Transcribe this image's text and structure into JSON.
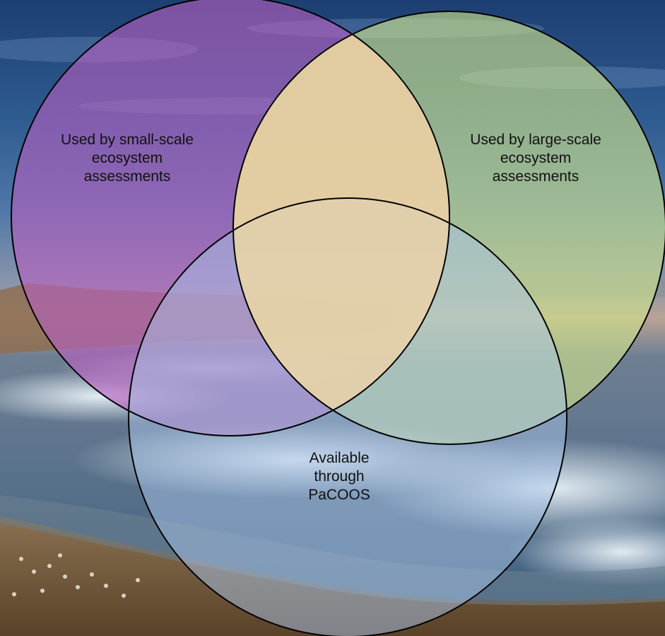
{
  "diagram": {
    "type": "venn",
    "sets": [
      {
        "id": "small-scale",
        "label_lines": [
          "Used by small-scale",
          "ecosystem",
          "assessments"
        ],
        "fill": "#b65fc0"
      },
      {
        "id": "large-scale",
        "label_lines": [
          "Used by large-scale",
          "ecosystem",
          "assessments"
        ],
        "fill": "#cfe38a"
      },
      {
        "id": "pacoos",
        "label_lines": [
          "Available",
          "through",
          "PaCOOS"
        ],
        "fill": "#a7c4e8"
      }
    ],
    "overlap_fill": "#f1d6a4",
    "outline_color": "#000000"
  },
  "background": {
    "subject": "coastal-beach-photo",
    "sky_top": "#1d3f72",
    "sky_mid": "#4f78a8",
    "horizon": "#b9a394",
    "ocean": "#3b5f80",
    "surf": "#d9e7f0",
    "sand": "#7a6040"
  }
}
